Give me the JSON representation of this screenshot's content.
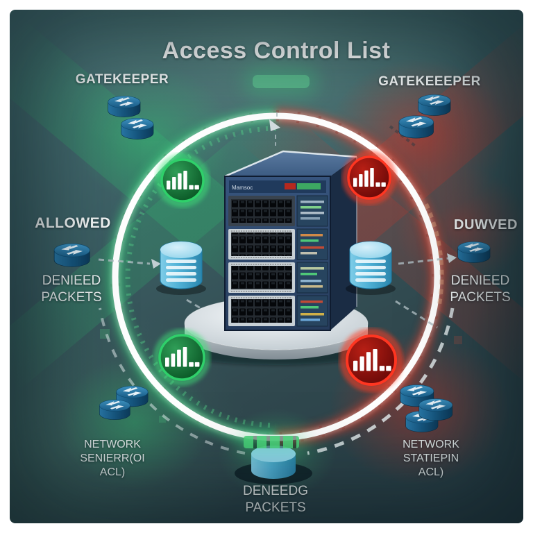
{
  "title": "Access Control List",
  "labels": {
    "gatekeeper_left": "GATEKEEPER",
    "gatekeeper_right": "GATEKEEEPER",
    "allowed": "ALLOWED",
    "denied_status_right": "DUWVED",
    "denied_left_1": "DENIEED",
    "denied_left_2": "PACKETS",
    "denied_right_1": "DENIEED",
    "denied_right_2": "PACKETS",
    "network_left_1": "NETWORK",
    "network_left_2": "SENIERR(OI",
    "network_left_3": "ACL)",
    "network_right_1": "NETWORK",
    "network_right_2": "STATIEPIN",
    "network_right_3": "ACL)",
    "denied_bottom_1": "DENEEDG",
    "denied_bottom_2": "PACKETS"
  },
  "server": {
    "brand": "Mamsoc"
  },
  "colors": {
    "allow_green": "#2ecc71",
    "deny_red": "#e23b28",
    "router_blue": "#1d6a96",
    "database_blue": "#5bc0e0",
    "ring_white": "#ffffff",
    "background_teal": "#36565c"
  },
  "icons": {
    "allow_badge": "bar-chart-icon",
    "deny_badge": "bar-chart-icon",
    "gatekeeper_device": "router-icon",
    "packet_store": "database-cylinder-icon",
    "core_device": "server-rack"
  }
}
